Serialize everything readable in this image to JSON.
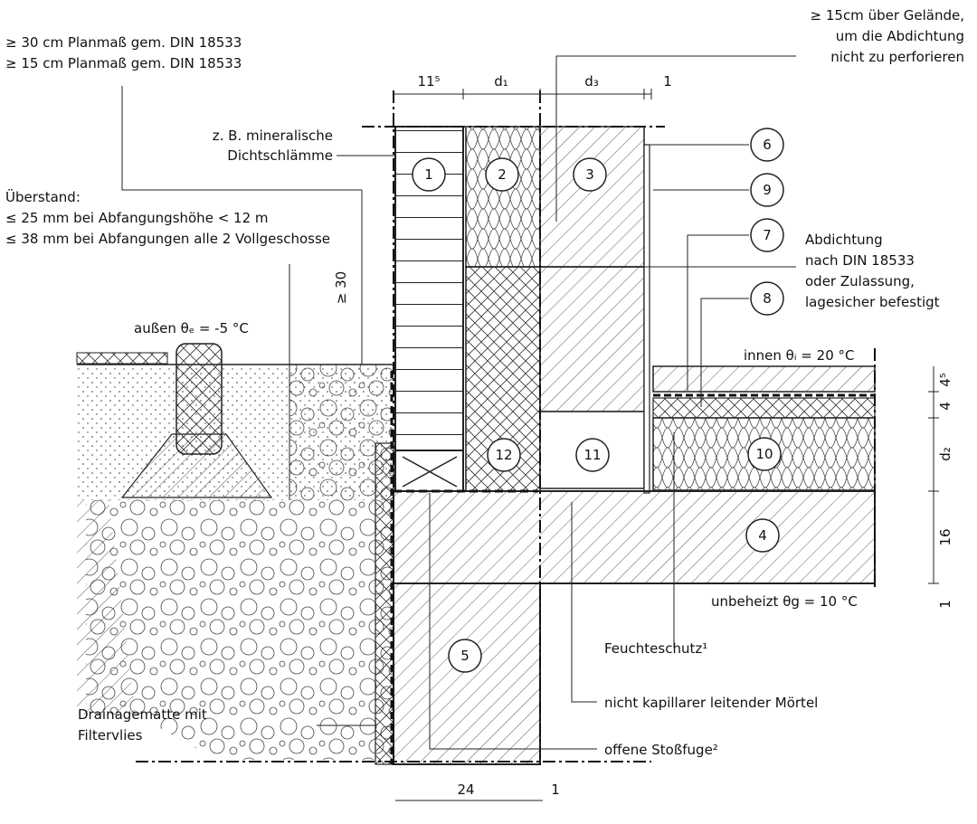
{
  "notes": {
    "top_left_1": "≥ 30 cm Planmaß gem. DIN 18533",
    "top_left_2": "≥ 15 cm  Planmaß gem. DIN 18533",
    "top_right_1": "≥ 15cm über Gelände,",
    "top_right_2": "um die Abdichtung",
    "top_right_3": "nicht zu perforieren",
    "sealing_slurry_1": "z. B. mineralische",
    "sealing_slurry_2": "Dichtschlämme",
    "overhang_1": "Überstand:",
    "overhang_2": "≤ 25 mm bei Abfangungshöhe < 12 m",
    "overhang_3": "≤ 38 mm bei Abfangungen alle 2 Vollgeschosse",
    "waterproofing_1": "Abdichtung",
    "waterproofing_2": "nach DIN 18533",
    "waterproofing_3": "oder Zulassung,",
    "waterproofing_4": "lagesicher befestigt",
    "moisture": "Feuchteschutz¹",
    "mortar": "nicht kapillarer leitender Mörtel",
    "joint": "offene Stoßfuge²",
    "drain_1": "Drainagematte mit",
    "drain_2": "Filtervlies"
  },
  "temps": {
    "outside": "außen  θₑ = -5 °C",
    "inside": "innen  θᵢ = 20 °C",
    "unheated": "unbeheizt  θg = 10 °C"
  },
  "dims": {
    "d115": "11⁵",
    "d1": "d₁",
    "d3": "d₃",
    "one_top": "1",
    "ge30": "≥ 30",
    "d45": "4⁵",
    "d4": "4",
    "d2": "d₂",
    "d16": "16",
    "one_right": "1",
    "d24": "24",
    "one_bottom": "1"
  },
  "callouts": [
    "1",
    "2",
    "3",
    "4",
    "5",
    "6",
    "7",
    "8",
    "9",
    "10",
    "11",
    "12"
  ]
}
